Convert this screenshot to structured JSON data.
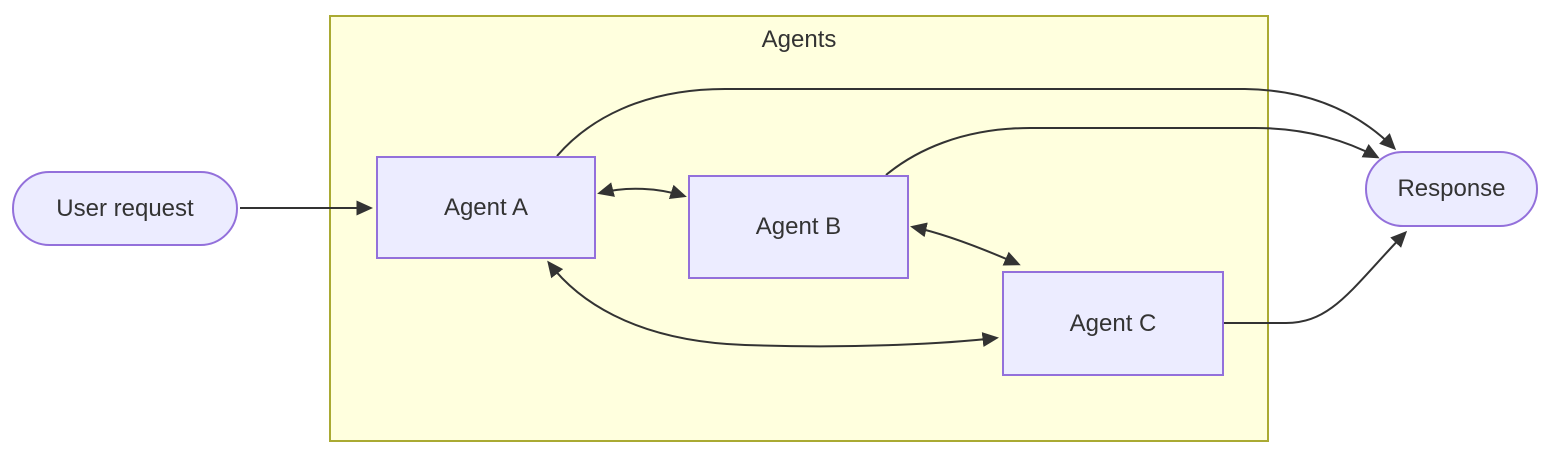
{
  "diagram": {
    "type": "flowchart",
    "direction": "left-to-right",
    "cluster": {
      "label": "Agents"
    },
    "nodes": [
      {
        "id": "user-request",
        "label": "User request",
        "shape": "stadium"
      },
      {
        "id": "agent-a",
        "label": "Agent A",
        "shape": "rectangle"
      },
      {
        "id": "agent-b",
        "label": "Agent B",
        "shape": "rectangle"
      },
      {
        "id": "agent-c",
        "label": "Agent C",
        "shape": "rectangle"
      },
      {
        "id": "response",
        "label": "Response",
        "shape": "stadium"
      }
    ],
    "edges": [
      {
        "from": "User request",
        "to": "Agent A",
        "bidirectional": false
      },
      {
        "from": "Agent A",
        "to": "Agent B",
        "bidirectional": true
      },
      {
        "from": "Agent B",
        "to": "Agent C",
        "bidirectional": true
      },
      {
        "from": "Agent A",
        "to": "Agent C",
        "bidirectional": true
      },
      {
        "from": "Agent A",
        "to": "Response",
        "bidirectional": false
      },
      {
        "from": "Agent B",
        "to": "Response",
        "bidirectional": false
      },
      {
        "from": "Agent C",
        "to": "Response",
        "bidirectional": false
      }
    ],
    "colors": {
      "node_fill": "#ECECFF",
      "node_border": "#9370DB",
      "cluster_fill": "#FFFFDE",
      "cluster_border": "#AAAA33",
      "edge_stroke": "#333333",
      "text": "#333333",
      "background": "#FFFFFF"
    }
  }
}
